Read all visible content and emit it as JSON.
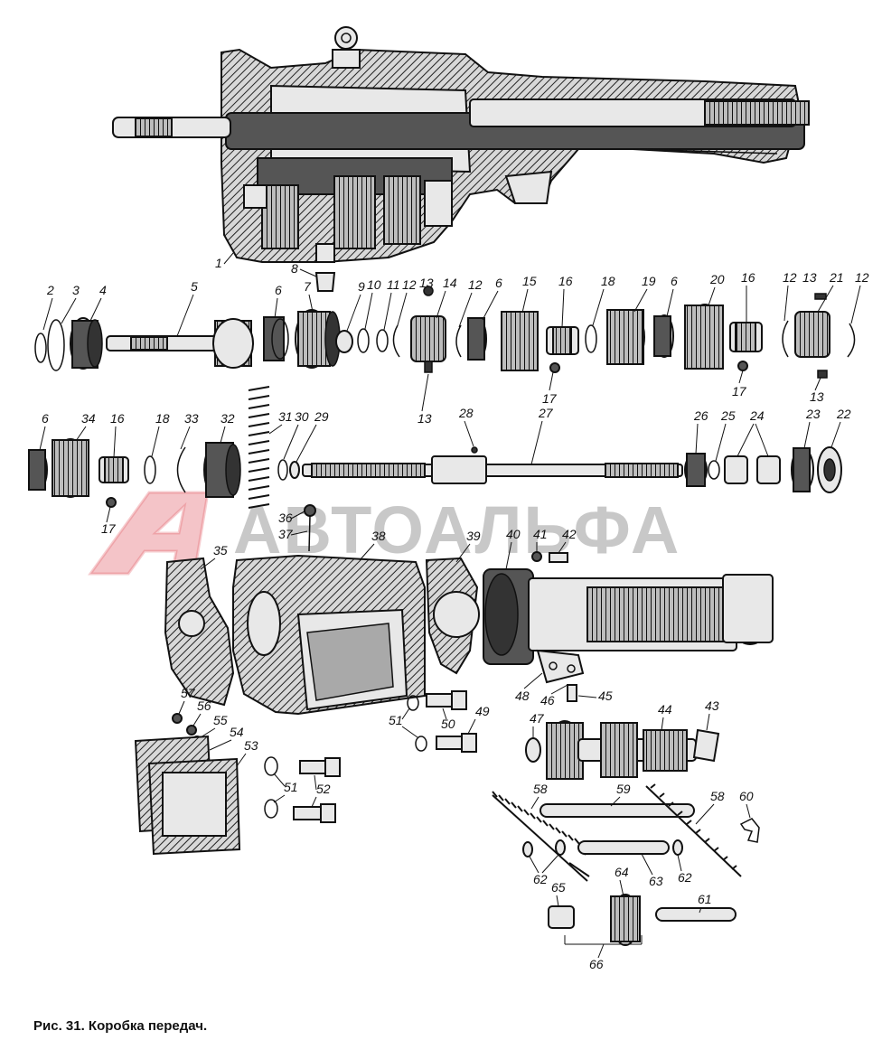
{
  "figure": {
    "caption": "Рис. 31. Коробка передач.",
    "watermark": {
      "logo_letter": "А",
      "text": "АВТОАЛЬФА",
      "colors": {
        "logo": "#e05560",
        "text": "#8c8c8c"
      }
    },
    "part_numbers": {
      "p1": "1",
      "p2": "2",
      "p3": "3",
      "p4": "4",
      "p5": "5",
      "p6a": "6",
      "p7": "7",
      "p8": "8",
      "p9": "9",
      "p10": "10",
      "p11": "11",
      "p12a": "12",
      "p13a": "13",
      "p14": "14",
      "p12b": "12",
      "p6b": "6",
      "p15": "15",
      "p16a": "16",
      "p18a": "18",
      "p19": "19",
      "p6c": "6",
      "p20": "20",
      "p16b": "16",
      "p12c": "12",
      "p13b": "13",
      "p21": "21",
      "p12d": "12",
      "p13c": "13",
      "p17a": "17",
      "p17b": "17",
      "p13d": "13",
      "p6d": "6",
      "p34": "34",
      "p16c": "16",
      "p18b": "18",
      "p33": "33",
      "p32": "32",
      "p31": "31",
      "p30": "30",
      "p29": "29",
      "p28": "28",
      "p27": "27",
      "p26": "26",
      "p25": "25",
      "p24": "24",
      "p23": "23",
      "p22": "22",
      "p17c": "17",
      "p36": "36",
      "p37": "37",
      "p35": "35",
      "p38": "38",
      "p39": "39",
      "p40": "40",
      "p41": "41",
      "p42": "42",
      "p48": "48",
      "p46": "46",
      "p45": "45",
      "p47": "47",
      "p44": "44",
      "p43": "43",
      "p57": "57",
      "p56": "56",
      "p55": "55",
      "p54": "54",
      "p53": "53",
      "p51a": "51",
      "p50": "50",
      "p49": "49",
      "p51b": "51",
      "p52": "52",
      "p58a": "58",
      "p59": "59",
      "p58b": "58",
      "p60": "60",
      "p62a": "62",
      "p63": "63",
      "p62b": "62",
      "p65": "65",
      "p64": "64",
      "p61": "61",
      "p66": "66"
    }
  }
}
